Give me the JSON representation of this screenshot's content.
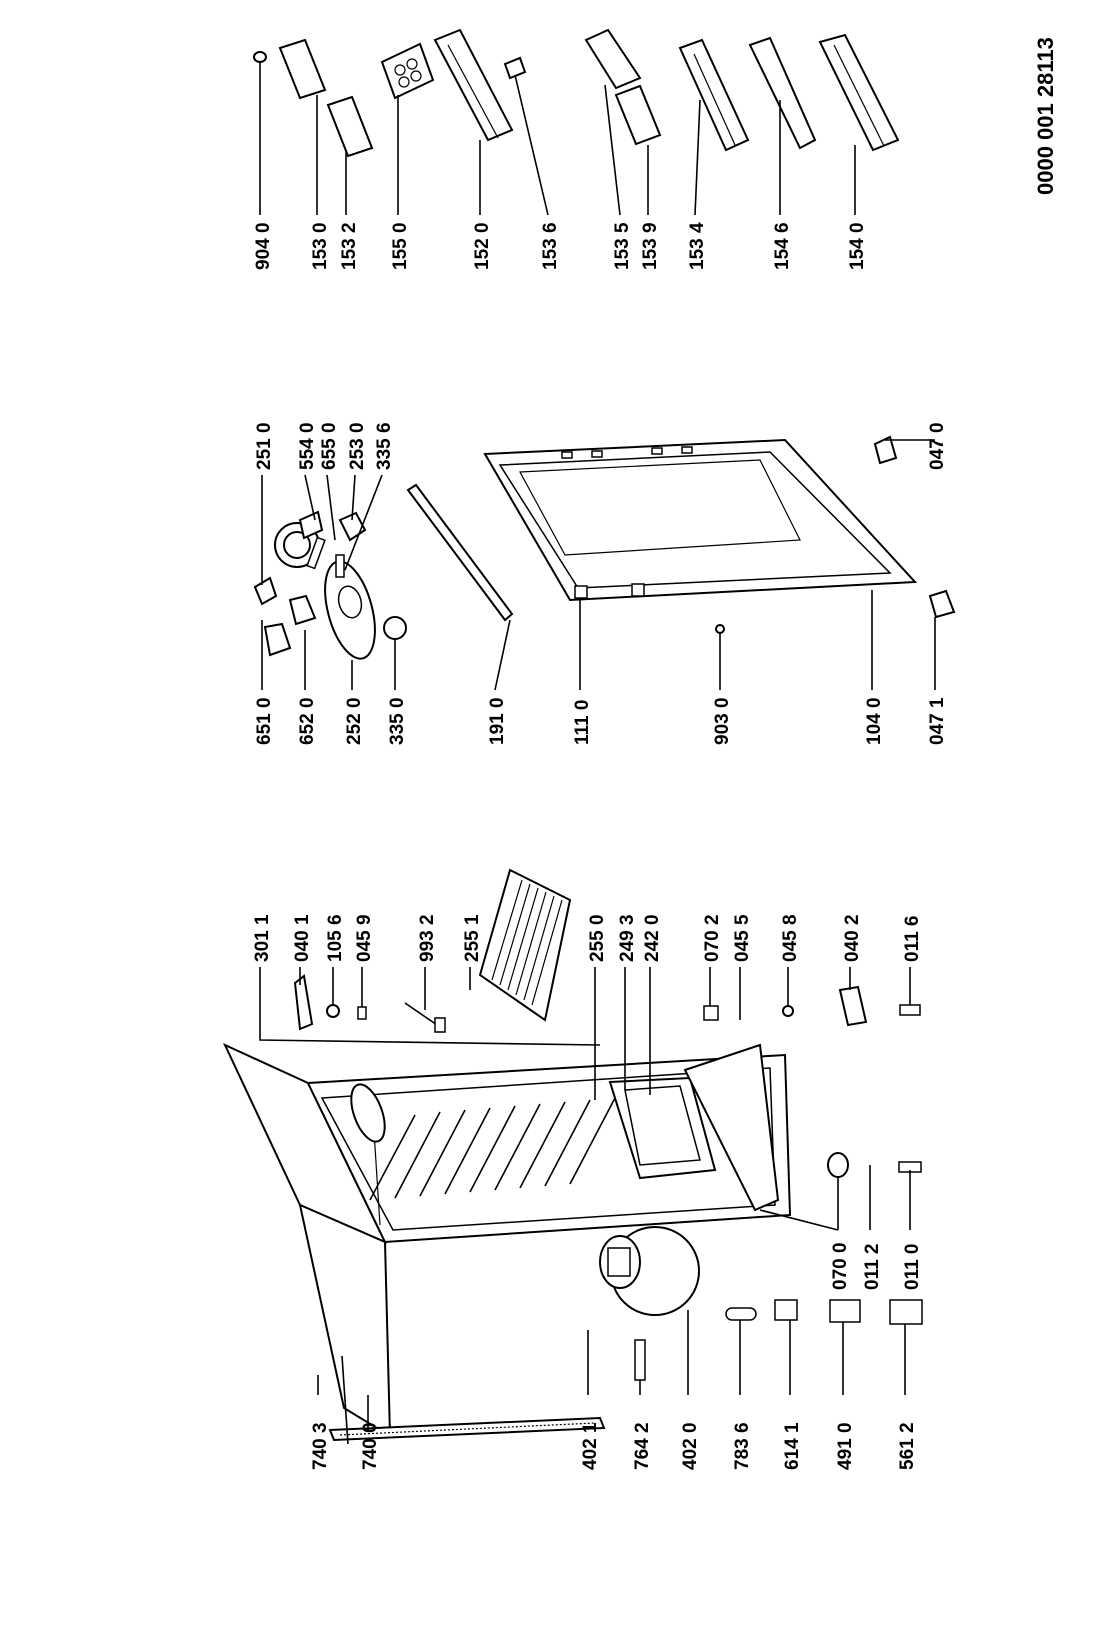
{
  "document_id": "0000 001 28113",
  "labels": {
    "l7403": "740 3",
    "l7400": "740 0",
    "l4021": "402 1",
    "l7642": "764 2",
    "l4020": "402 0",
    "l7836": "783 6",
    "l6141": "614 1",
    "l4910": "491 0",
    "l5612": "561 2",
    "l0700": "070 0",
    "l0112": "011 2",
    "l0110": "011 0",
    "l3011": "301  1",
    "l0401": "040 1",
    "l1056": "105 6",
    "l0459": "045 9",
    "l9932": "993 2",
    "l2551": "255 1",
    "l2550": "255 0",
    "l2493": "249 3",
    "l2420": "242 0",
    "l0702": "070 2",
    "l0455": "045 5",
    "l0458": "045 8",
    "l0402": "040 2",
    "l0116": "011 6",
    "l6510": "651 0",
    "l6520": "652 0",
    "l2520": "252 0",
    "l3350": "335 0",
    "l1910": "191 0",
    "l1110": "111 0",
    "l9030": "903 0",
    "l1040": "104 0",
    "l0471": "047 1",
    "l2510": "251 0",
    "l5540": "554 0",
    "l6550": "655 0",
    "l2530": "253 0",
    "l3356": "335 6",
    "l0470": "047 0",
    "l9040": "904 0",
    "l1530": "153 0",
    "l1532": "153 2",
    "l1550": "155 0",
    "l1520": "152 0",
    "l1536": "153 6",
    "l1535": "153 5",
    "l1539": "153 9",
    "l1534": "153 4",
    "l1546": "154 6",
    "l1540": "154 0"
  }
}
